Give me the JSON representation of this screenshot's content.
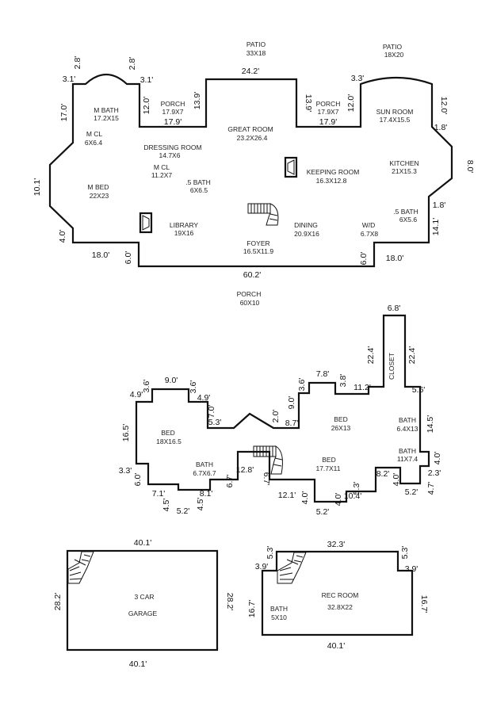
{
  "main_floor": {
    "patio_center": {
      "name": "PATIO",
      "size": "33X18"
    },
    "patio_right": {
      "name": "PATIO",
      "size": "18X20"
    },
    "m_bath": {
      "name": "M BATH",
      "size": "17.2X15"
    },
    "porch_left": {
      "name": "PORCH",
      "size": "17.9X7"
    },
    "porch_left_dim": "17.9'",
    "great_room": {
      "name": "GREAT ROOM",
      "size": "23.2X26.4"
    },
    "porch_right": {
      "name": "PORCH",
      "size": "17.9X7"
    },
    "porch_right_dim": "17.9'",
    "sun_room": {
      "name": "SUN ROOM",
      "size": "17.4X15.5"
    },
    "m_cl_left": {
      "name": "M CL",
      "size": "6X6.4"
    },
    "dressing_room": {
      "name": "DRESSING ROOM",
      "size": "14.7X6"
    },
    "m_cl_mid": {
      "name": "M CL",
      "size": "11.2X7"
    },
    "half_bath_left": {
      "name": ".5 BATH",
      "size": "6X6.5"
    },
    "keeping_room": {
      "name": "KEEPING ROOM",
      "size": "16.3X12.8"
    },
    "kitchen": {
      "name": "KITCHEN",
      "size": "21X15.3"
    },
    "m_bed": {
      "name": "M BED",
      "size": "22X23"
    },
    "library": {
      "name": "LIBRARY",
      "size": "19X16"
    },
    "dining": {
      "name": "DINING",
      "size": "20.9X16"
    },
    "wd": {
      "name": "W/D",
      "size": "6.7X8"
    },
    "half_bath_right": {
      "name": ".5 BATH",
      "size": "6X5.6"
    },
    "foyer": {
      "name": "FOYER",
      "size": "16.5X11.9"
    },
    "porch_front": {
      "name": "PORCH",
      "size": "60X10"
    },
    "dims": {
      "d_2_8_left": "2.8'",
      "d_2_8_right": "2.8'",
      "d_3_1_left": "3.1'",
      "d_3_1_right": "3.1'",
      "d_17_0": "17.0'",
      "d_12_0_a": "12.0'",
      "d_13_9_a": "13.9'",
      "d_24_2": "24.2'",
      "d_13_9_b": "13.9'",
      "d_12_0_b": "12.0'",
      "d_3_3": "3.3'",
      "d_12_0_c": "12.0'",
      "d_1_8_a": "1.8'",
      "d_8_0": "8.0'",
      "d_10_1": "10.1'",
      "d_1_8_b": "1.8'",
      "d_14_1": "14.1'",
      "d_4_0": "4.0'",
      "d_18_0_left": "18.0'",
      "d_6_0_left": "6.0'",
      "d_6_0_right": "6.0'",
      "d_18_0_right": "18.0'",
      "d_60_2": "60.2'"
    }
  },
  "upper_floor": {
    "bed_left": {
      "name": "BED",
      "size": "18X16.5"
    },
    "bath_left": {
      "name": "BATH",
      "size": "6.7X6.7"
    },
    "bed_mid": {
      "name": "BED",
      "size": "26X13"
    },
    "bed_right": {
      "name": "BED",
      "size": "17.7X11"
    },
    "bath_r1": {
      "name": "BATH",
      "size": "6.4X13"
    },
    "bath_r2": {
      "name": "BATH",
      "size": "11X7.4"
    },
    "closet": "CLOSET",
    "dims": {
      "u_6_8": "6.8'",
      "u_22_4_l": "22.4'",
      "u_22_4_r": "22.4'",
      "u_9_0": "9.0'",
      "u_3_6_a": "3.6'",
      "u_3_6_b": "3.6'",
      "u_4_9_a": "4.9'",
      "u_4_9_b": "4.9'",
      "u_7_0": "7.0'",
      "u_16_5": "16.5'",
      "u_5_3": "5.3'",
      "u_2_0": "2.0'",
      "u_9_0_b": "9.0'",
      "u_3_6_c": "3.6'",
      "u_7_8": "7.8'",
      "u_3_8": "3.8'",
      "u_11_2": "11.2'",
      "u_5_6": "5.6'",
      "u_8_7": "8.7'",
      "u_14_5": "14.5'",
      "u_3_3": "3.3'",
      "u_6_0": "6.0'",
      "u_7_1": "7.1'",
      "u_4_5_a": "4.5'",
      "u_5_2_a": "5.2'",
      "u_4_5_b": "4.5'",
      "u_8_1": "8.1'",
      "u_12_8": "12.8'",
      "u_6_7_a": "6.7'",
      "u_6_7_b": "6.7'",
      "u_12_1": "12.1'",
      "u_4_0_a": "4.0'",
      "u_5_2_b": "5.2'",
      "u_4_0_b": "4.0'",
      "u_10_4": "10.4'",
      "u_5_3_b": "5.3'",
      "u_8_2": "8.2'",
      "u_4_0_c": "4.0'",
      "u_5_2_c": "5.2'",
      "u_4_7": "4.7'",
      "u_2_3": "2.3'",
      "u_4_0_d": "4.0'"
    }
  },
  "garage": {
    "name": "3 CAR",
    "name2": "GARAGE",
    "dims": {
      "g_top": "40.1'",
      "g_bottom": "40.1'",
      "g_left": "28.2'",
      "g_right": "28.2'"
    }
  },
  "basement": {
    "rec_room": {
      "name": "REC ROOM",
      "size": "32.8X22"
    },
    "bath": {
      "name": "BATH",
      "size": "5X10"
    },
    "dims": {
      "b_32_3": "32.3'",
      "b_5_3_l": "5.3'",
      "b_5_3_r": "5.3'",
      "b_3_9_l": "3.9'",
      "b_3_9_r": "3.9'",
      "b_16_7_l": "16.7'",
      "b_16_7_r": "16.7'",
      "b_40_1": "40.1'"
    }
  }
}
